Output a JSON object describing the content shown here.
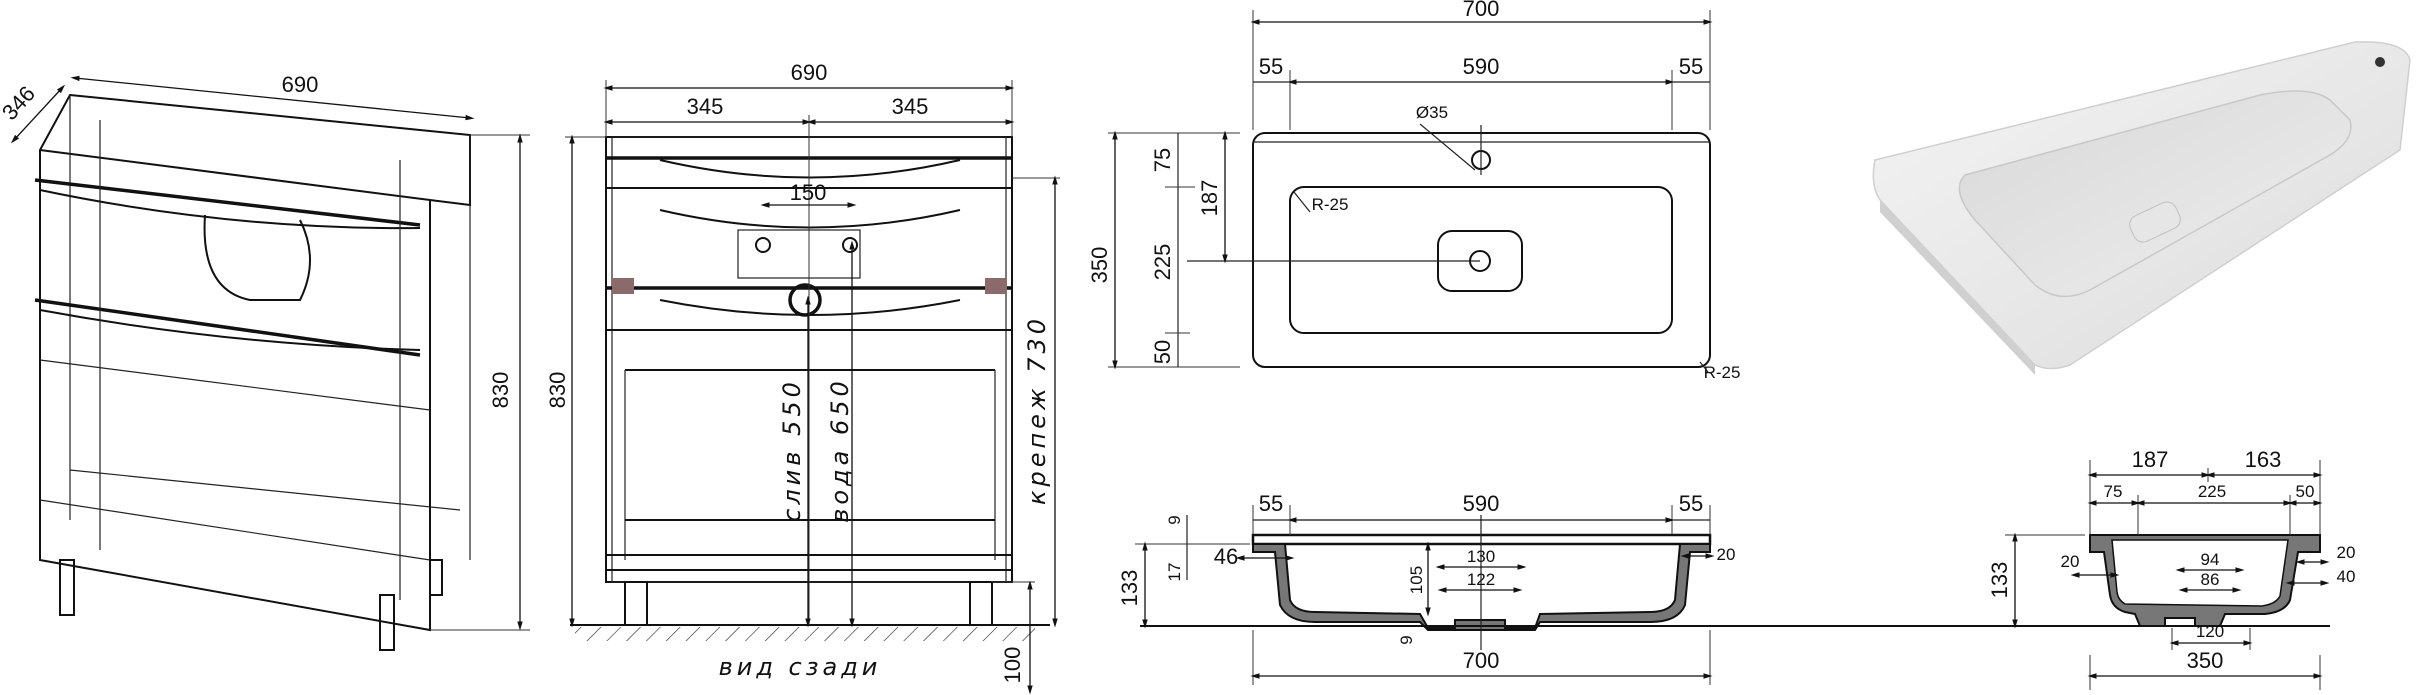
{
  "iso_view": {
    "depth": "346",
    "width": "690",
    "height": "830"
  },
  "rear_view": {
    "width": "690",
    "half_left": "345",
    "half_right": "345",
    "height": "830",
    "mount_spacing": "150",
    "drain": "слив 550",
    "water": "вода 650",
    "fixing": "крепеж 730",
    "legs": "100",
    "caption": "вид сзади"
  },
  "top_view": {
    "width": "700",
    "margin_left": "55",
    "inner": "590",
    "margin_right": "55",
    "hole": "Ø35",
    "radius_inner": "R-25",
    "radius_outer": "R-25",
    "depth": "350",
    "front": "75",
    "bowl": "225",
    "back": "50",
    "drain_offset": "187"
  },
  "front_section": {
    "margin_left": "55",
    "inner": "590",
    "margin_right": "55",
    "top_offset": "9",
    "lip": "17",
    "height": "133",
    "wall": "46",
    "bowl_depth": "105",
    "drain_outer": "130",
    "drain_inner": "122",
    "bottom": "9",
    "side": "20",
    "width": "700"
  },
  "side_section": {
    "front_part": "187",
    "back_part": "163",
    "front": "75",
    "bowl": "225",
    "back": "50",
    "height": "133",
    "lip_left": "20",
    "lip_right": "20",
    "wall_right": "40",
    "drain_outer": "94",
    "drain_inner": "86",
    "base": "120",
    "depth": "350"
  }
}
